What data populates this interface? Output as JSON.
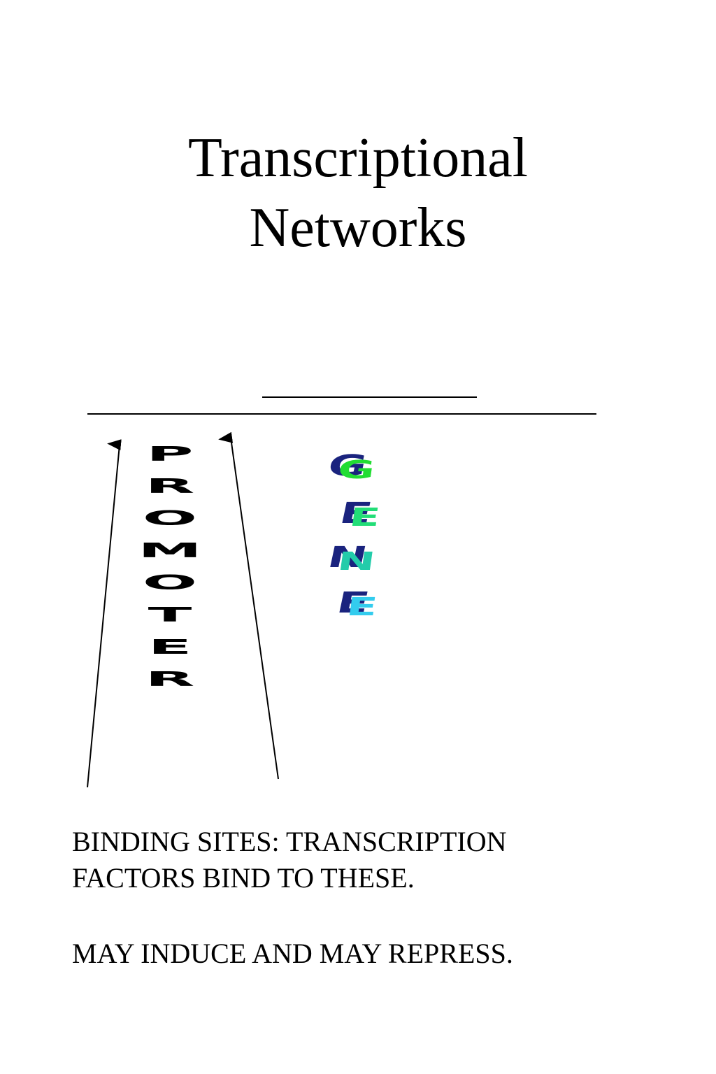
{
  "title": {
    "line1": "Transcriptional",
    "line2": "Networks"
  },
  "diagram": {
    "promoter_label": "PROMOTER",
    "gene_label": "GENE",
    "colors": {
      "ink": "#000000",
      "gene_shadow": "#1a237e",
      "gene_g": "#22dd33",
      "gene_e1": "#22dd77",
      "gene_n": "#22ccaa",
      "gene_e2": "#33ccee"
    }
  },
  "caption": {
    "line1": "BINDING SITES: TRANSCRIPTION",
    "line2": "FACTORS BIND TO THESE.",
    "line3": "MAY INDUCE AND MAY REPRESS."
  }
}
